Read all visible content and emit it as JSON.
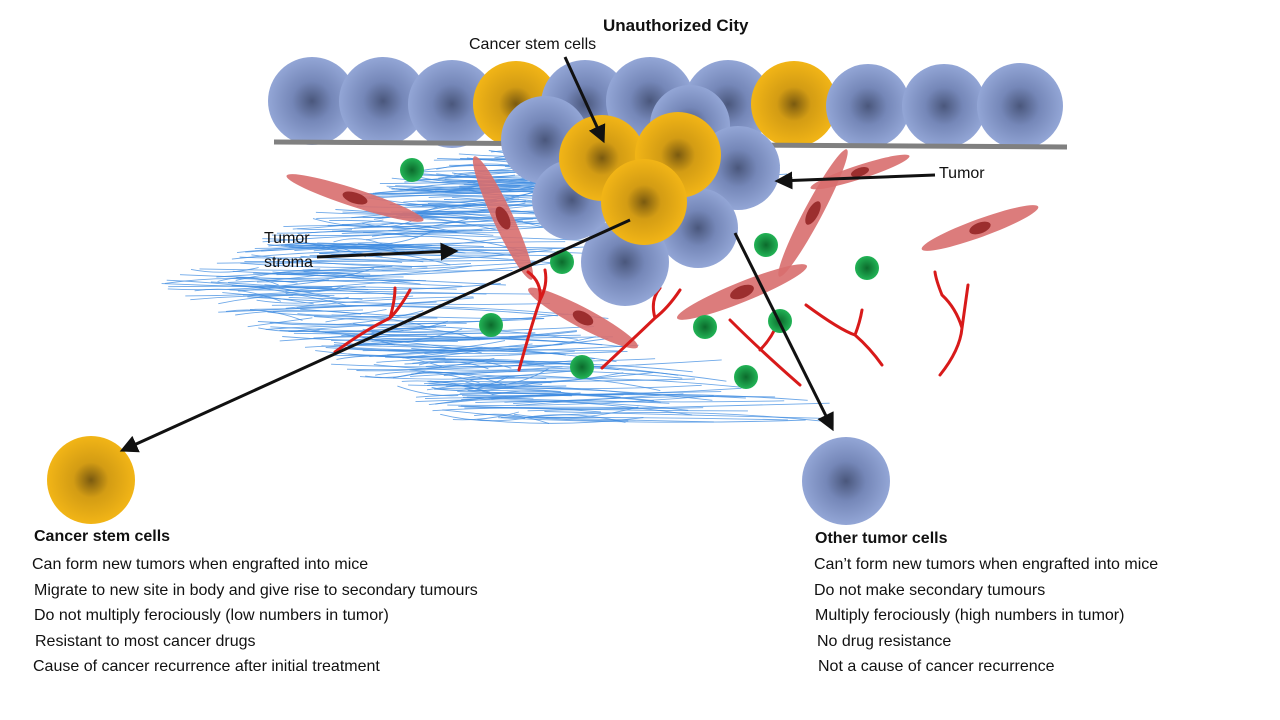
{
  "title": "Unauthorized  City",
  "labels": {
    "csc_top": "Cancer stem cells",
    "tumor": "Tumor",
    "stroma_line1": "Tumor",
    "stroma_line2": "stroma"
  },
  "left_panel": {
    "heading": "Cancer stem cells",
    "items": [
      "Can form new tumors when engrafted into mice",
      "Migrate to new site in body and give rise to secondary tumours",
      "Do not multiply ferociously (low numbers in tumor)",
      "Resistant to most cancer drugs",
      "Cause of cancer recurrence after initial  treatment"
    ]
  },
  "right_panel": {
    "heading": "Other tumor cells",
    "items": [
      "Can’t form new tumors when engrafted into mice",
      "Do not make secondary tumours",
      "Multiply ferociously (high numbers in tumor)",
      "No drug resistance",
      "Not a cause of cancer recurrence"
    ]
  },
  "colors": {
    "tumor_cell": "#8a9cc9",
    "stem_cell": "#e8ad12",
    "fiber": "#3d8be0",
    "vessel": "#d81a1a",
    "fibroblast": "#d86e6e",
    "immune_cell": "#1aa34a",
    "membrane": "#808080",
    "arrow": "#111111"
  }
}
